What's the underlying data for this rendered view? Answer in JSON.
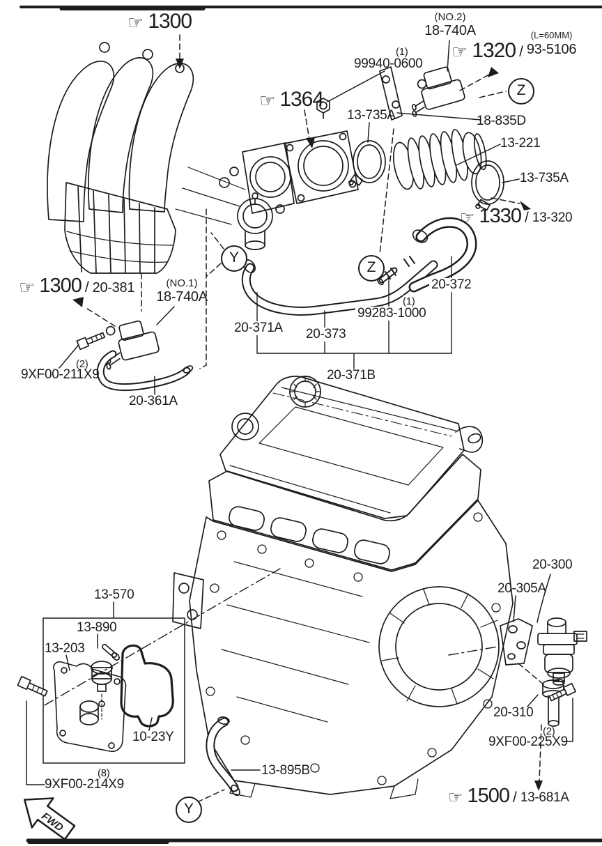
{
  "colors": {
    "ink": "#1c1c1c",
    "paper": "#ffffff"
  },
  "sep": "/",
  "icons": {
    "hand": "☞"
  },
  "fwd_label": "FWD",
  "markers": {
    "y": "Y",
    "z": "Z"
  },
  "refs": {
    "top1300": {
      "num": "1300"
    },
    "mid1364": {
      "num": "1364"
    },
    "r1320": {
      "num": "1320",
      "code": "93-5106",
      "note": "(L=60MM)"
    },
    "r1330": {
      "num": "1330",
      "code": "13-320"
    },
    "r1300b": {
      "num": "1300",
      "code": "20-381"
    },
    "r1500": {
      "num": "1500",
      "code": "13-681A"
    }
  },
  "parts": {
    "no2_solenoid": {
      "qty": "(NO.2)",
      "code": "18-740A"
    },
    "nut_99940": {
      "qty": "(1)",
      "code": "99940-0600"
    },
    "clamp_left": {
      "code": "13-735A"
    },
    "bracket_18835": {
      "code": "18-835D"
    },
    "duct_13221": {
      "code": "13-221"
    },
    "clamp_right": {
      "code": "13-735A"
    },
    "no1_solenoid": {
      "qty": "(NO.1)",
      "code": "18-740A"
    },
    "hose_20372": {
      "code": "20-372"
    },
    "hose_20371a": {
      "code": "20-371A"
    },
    "pipe_20373": {
      "code": "20-373"
    },
    "clip_99283": {
      "qty": "(1)",
      "code": "99283-1000"
    },
    "bolt_211x9": {
      "qty": "(2)",
      "code": "9XF00-211X9"
    },
    "hose_20361a": {
      "code": "20-361A"
    },
    "assy_20371b": {
      "code": "20-371B"
    },
    "sep_13570": {
      "code": "13-570"
    },
    "valve_13890": {
      "code": "13-890"
    },
    "cover_13203": {
      "code": "13-203"
    },
    "gasket_1023y": {
      "code": "10-23Y"
    },
    "bolt_214x9": {
      "qty": "(8)",
      "code": "9XF00-214X9"
    },
    "hose_13895b": {
      "code": "13-895B"
    },
    "egr_20300": {
      "code": "20-300"
    },
    "gasket_20305a": {
      "code": "20-305A"
    },
    "pipe_20310": {
      "code": "20-310"
    },
    "bolt_225x9": {
      "qty": "(2)",
      "code": "9XF00-225X9"
    }
  }
}
